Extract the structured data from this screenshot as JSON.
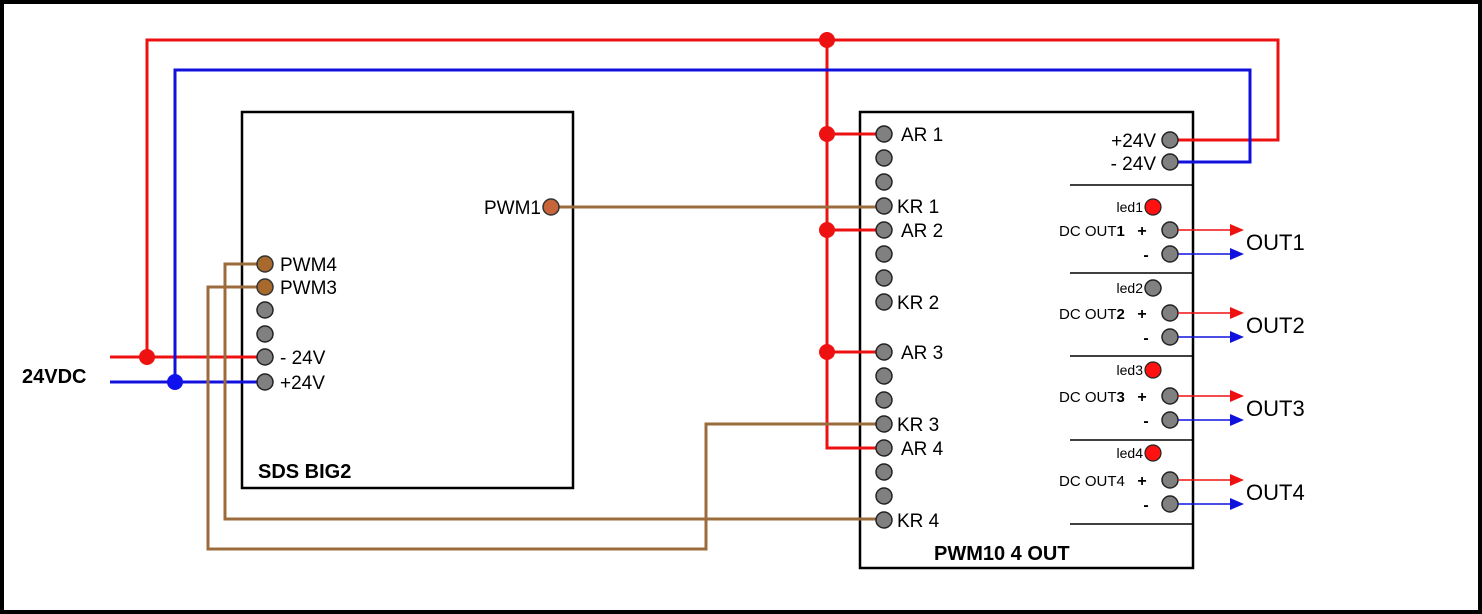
{
  "supply": {
    "label": "24VDC"
  },
  "sds_big2": {
    "title": "SDS BIG2",
    "pwm1_label": "PWM1",
    "terminals": [
      "PWM4",
      "PWM3",
      "",
      "",
      "- 24V",
      "+24V"
    ]
  },
  "pwm10": {
    "title": "PWM10 4 OUT",
    "power_terminals": [
      "+24V",
      "- 24V"
    ],
    "input_groups": [
      {
        "top_label": "AR 1",
        "bottom_label": "KR 1",
        "color": "#ffffa8"
      },
      {
        "top_label": "AR 2",
        "bottom_label": "KR 2",
        "color": "#66ffcc"
      },
      {
        "top_label": "AR 3",
        "bottom_label": "KR 3",
        "color": "#99ffff"
      },
      {
        "top_label": "AR 4",
        "bottom_label": "KR 4",
        "color": "#ccffcc"
      }
    ],
    "output_channels": [
      {
        "led_label": "led1",
        "led_state": "on",
        "dc_prefix": "DC OUT",
        "dc_num": "1",
        "dc_num_bold": true,
        "plus": "+",
        "minus": "-",
        "out_label": "OUT1",
        "color": "#ffffa8"
      },
      {
        "led_label": "led2",
        "led_state": "off",
        "dc_prefix": "DC OUT",
        "dc_num": "2",
        "dc_num_bold": true,
        "plus": "+",
        "minus": "-",
        "out_label": "OUT2",
        "color": "#66ffcc"
      },
      {
        "led_label": "led3",
        "led_state": "on",
        "dc_prefix": "DC OUT",
        "dc_num": "3",
        "dc_num_bold": true,
        "plus": "+",
        "minus": "-",
        "out_label": "OUT3",
        "color": "#99ffff"
      },
      {
        "led_label": "led4",
        "led_state": "on",
        "dc_prefix": "DC OUT",
        "dc_num": "4",
        "dc_num_bold": false,
        "plus": "+",
        "minus": "-",
        "out_label": "OUT4",
        "color": "#ccffcc"
      }
    ]
  },
  "colors": {
    "positive_wire": "#ee1111",
    "negative_wire": "#1111dd",
    "signal_wire": "#9b6b3c"
  }
}
